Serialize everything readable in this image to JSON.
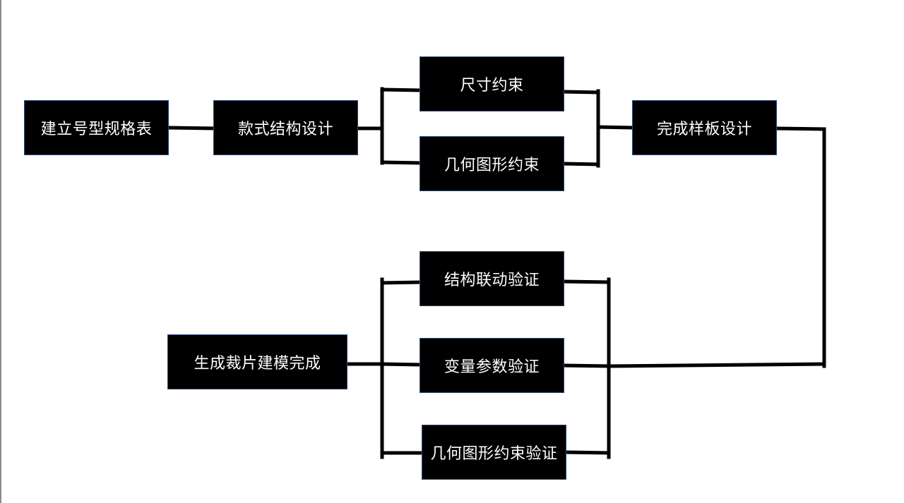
{
  "diagram": {
    "nodes": {
      "spec_table": "建立号型规格表",
      "style_design": "款式结构设计",
      "size_constraint": "尺寸约束",
      "geometry_constraint": "几何图形约束",
      "pattern_done": "完成样板设计",
      "structure_link_verify": "结构联动验证",
      "variable_param_verify": "变量参数验证",
      "geometry_constraint_verify": "几何图形约束验证",
      "cut_model_done": "生成裁片建模完成"
    },
    "edges": [
      [
        "spec_table",
        "style_design"
      ],
      [
        "style_design",
        "size_constraint"
      ],
      [
        "style_design",
        "geometry_constraint"
      ],
      [
        "size_constraint",
        "pattern_done"
      ],
      [
        "geometry_constraint",
        "pattern_done"
      ],
      [
        "pattern_done",
        "structure_link_verify"
      ],
      [
        "pattern_done",
        "variable_param_verify"
      ],
      [
        "pattern_done",
        "geometry_constraint_verify"
      ],
      [
        "structure_link_verify",
        "cut_model_done"
      ],
      [
        "variable_param_verify",
        "cut_model_done"
      ],
      [
        "geometry_constraint_verify",
        "cut_model_done"
      ]
    ]
  }
}
